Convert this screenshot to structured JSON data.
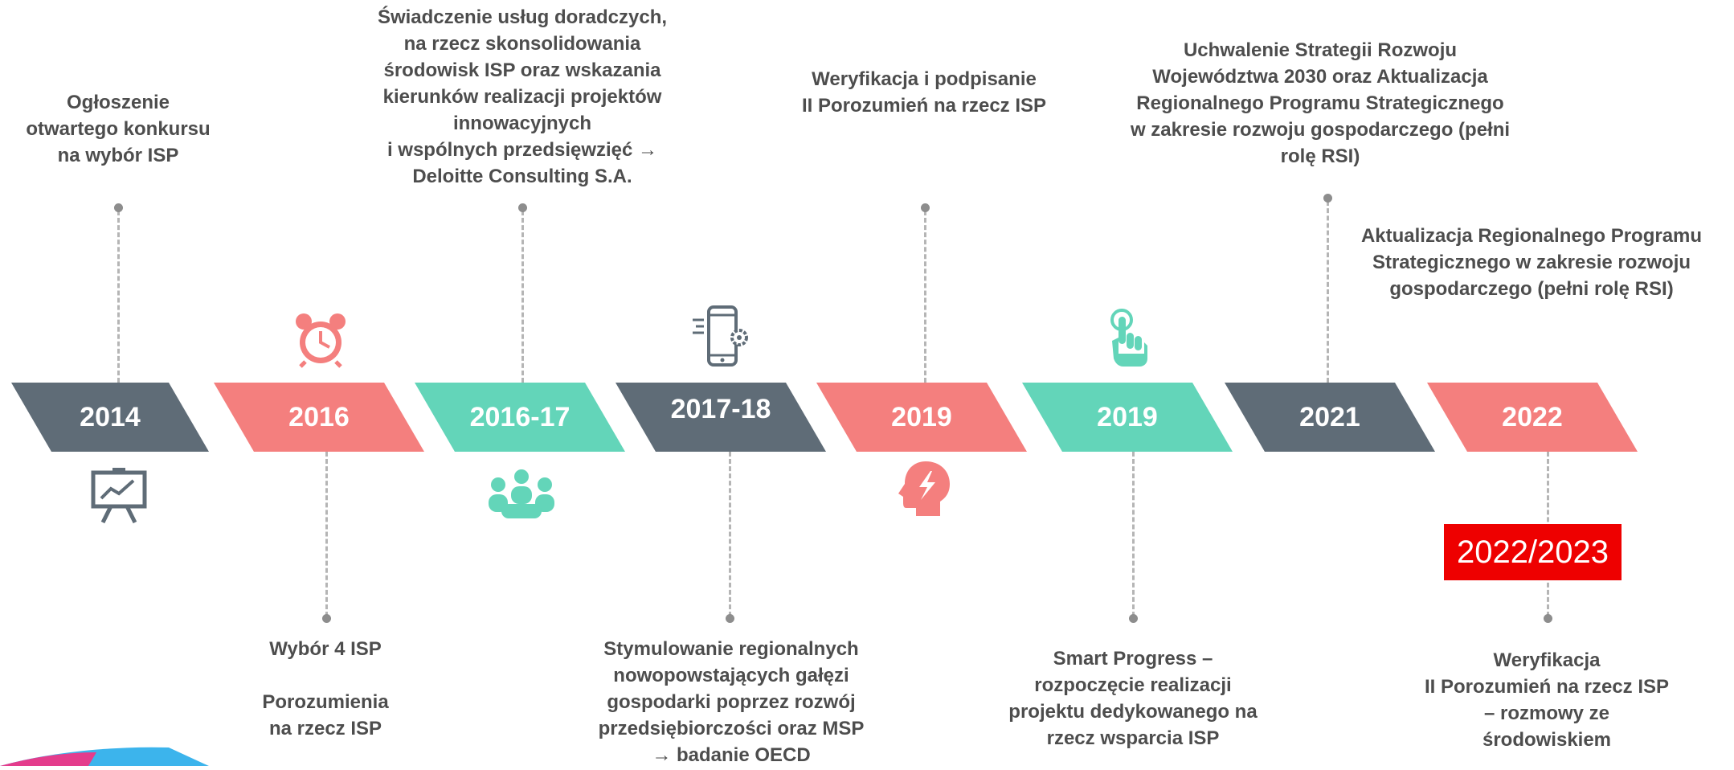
{
  "timeline": [
    {
      "year": "2014",
      "color": "#5f6c77"
    },
    {
      "year": "2016",
      "color": "#f47f7e"
    },
    {
      "year": "2016-17",
      "color": "#63d5b9"
    },
    {
      "year": "2017-18",
      "color": "#5f6c77"
    },
    {
      "year": "2019",
      "color": "#f47f7e"
    },
    {
      "year": "2019",
      "color": "#63d5b9"
    },
    {
      "year": "2021",
      "color": "#5f6c77"
    },
    {
      "year": "2022",
      "color": "#f47f7e"
    }
  ],
  "top_events": [
    {
      "text": "Ogłoszenie\notwartego konkursu\nna wybór ISP"
    },
    {
      "text": "Świadczenie usług doradczych,\nna rzecz skonsolidowania\nśrodowisk ISP oraz wskazania\nkierunków realizacji projektów\ninnowacyjnych\ni wspólnych przedsięwzięć →\nDeloitte Consulting S.A."
    },
    {
      "text": "Weryfikacja i podpisanie\nII Porozumień na rzecz ISP"
    },
    {
      "text": "Uchwalenie Strategii Rozwoju\nWojewództwa 2030 oraz Aktualizacja\nRegionalnego Programu Strategicznego\nw zakresie rozwoju gospodarczego (pełni\nrolę RSI)"
    },
    {
      "text": "Aktualizacja Regionalnego Programu\nStrategicznego w zakresie rozwoju\ngospodarczego (pełni rolę RSI)"
    }
  ],
  "bottom_events": [
    {
      "text": "Wybór 4 ISP\n\nPorozumienia\nna rzecz ISP"
    },
    {
      "text": "Stymulowanie regionalnych\nnowopowstających gałęzi\ngospodarki poprzez rozwój\nprzedsiębiorczości oraz MSP\n→ badanie OECD"
    },
    {
      "text": "Smart Progress –\nrozpoczęcie realizacji\nprojektu dedykowanego na\nrzecz wsparcia ISP"
    },
    {
      "text": "Weryfikacja\nII Porozumień na rzecz ISP\n– rozmowy ze\nśrodowiskiem"
    }
  ],
  "highlight": {
    "label": "2022/2023",
    "color": "#ee0000"
  },
  "icons": [
    "presentation-board-icon",
    "alarm-clock-icon",
    "team-people-icon",
    "smartphone-gear-icon",
    "head-lightning-icon",
    "pointer-hand-icon"
  ]
}
